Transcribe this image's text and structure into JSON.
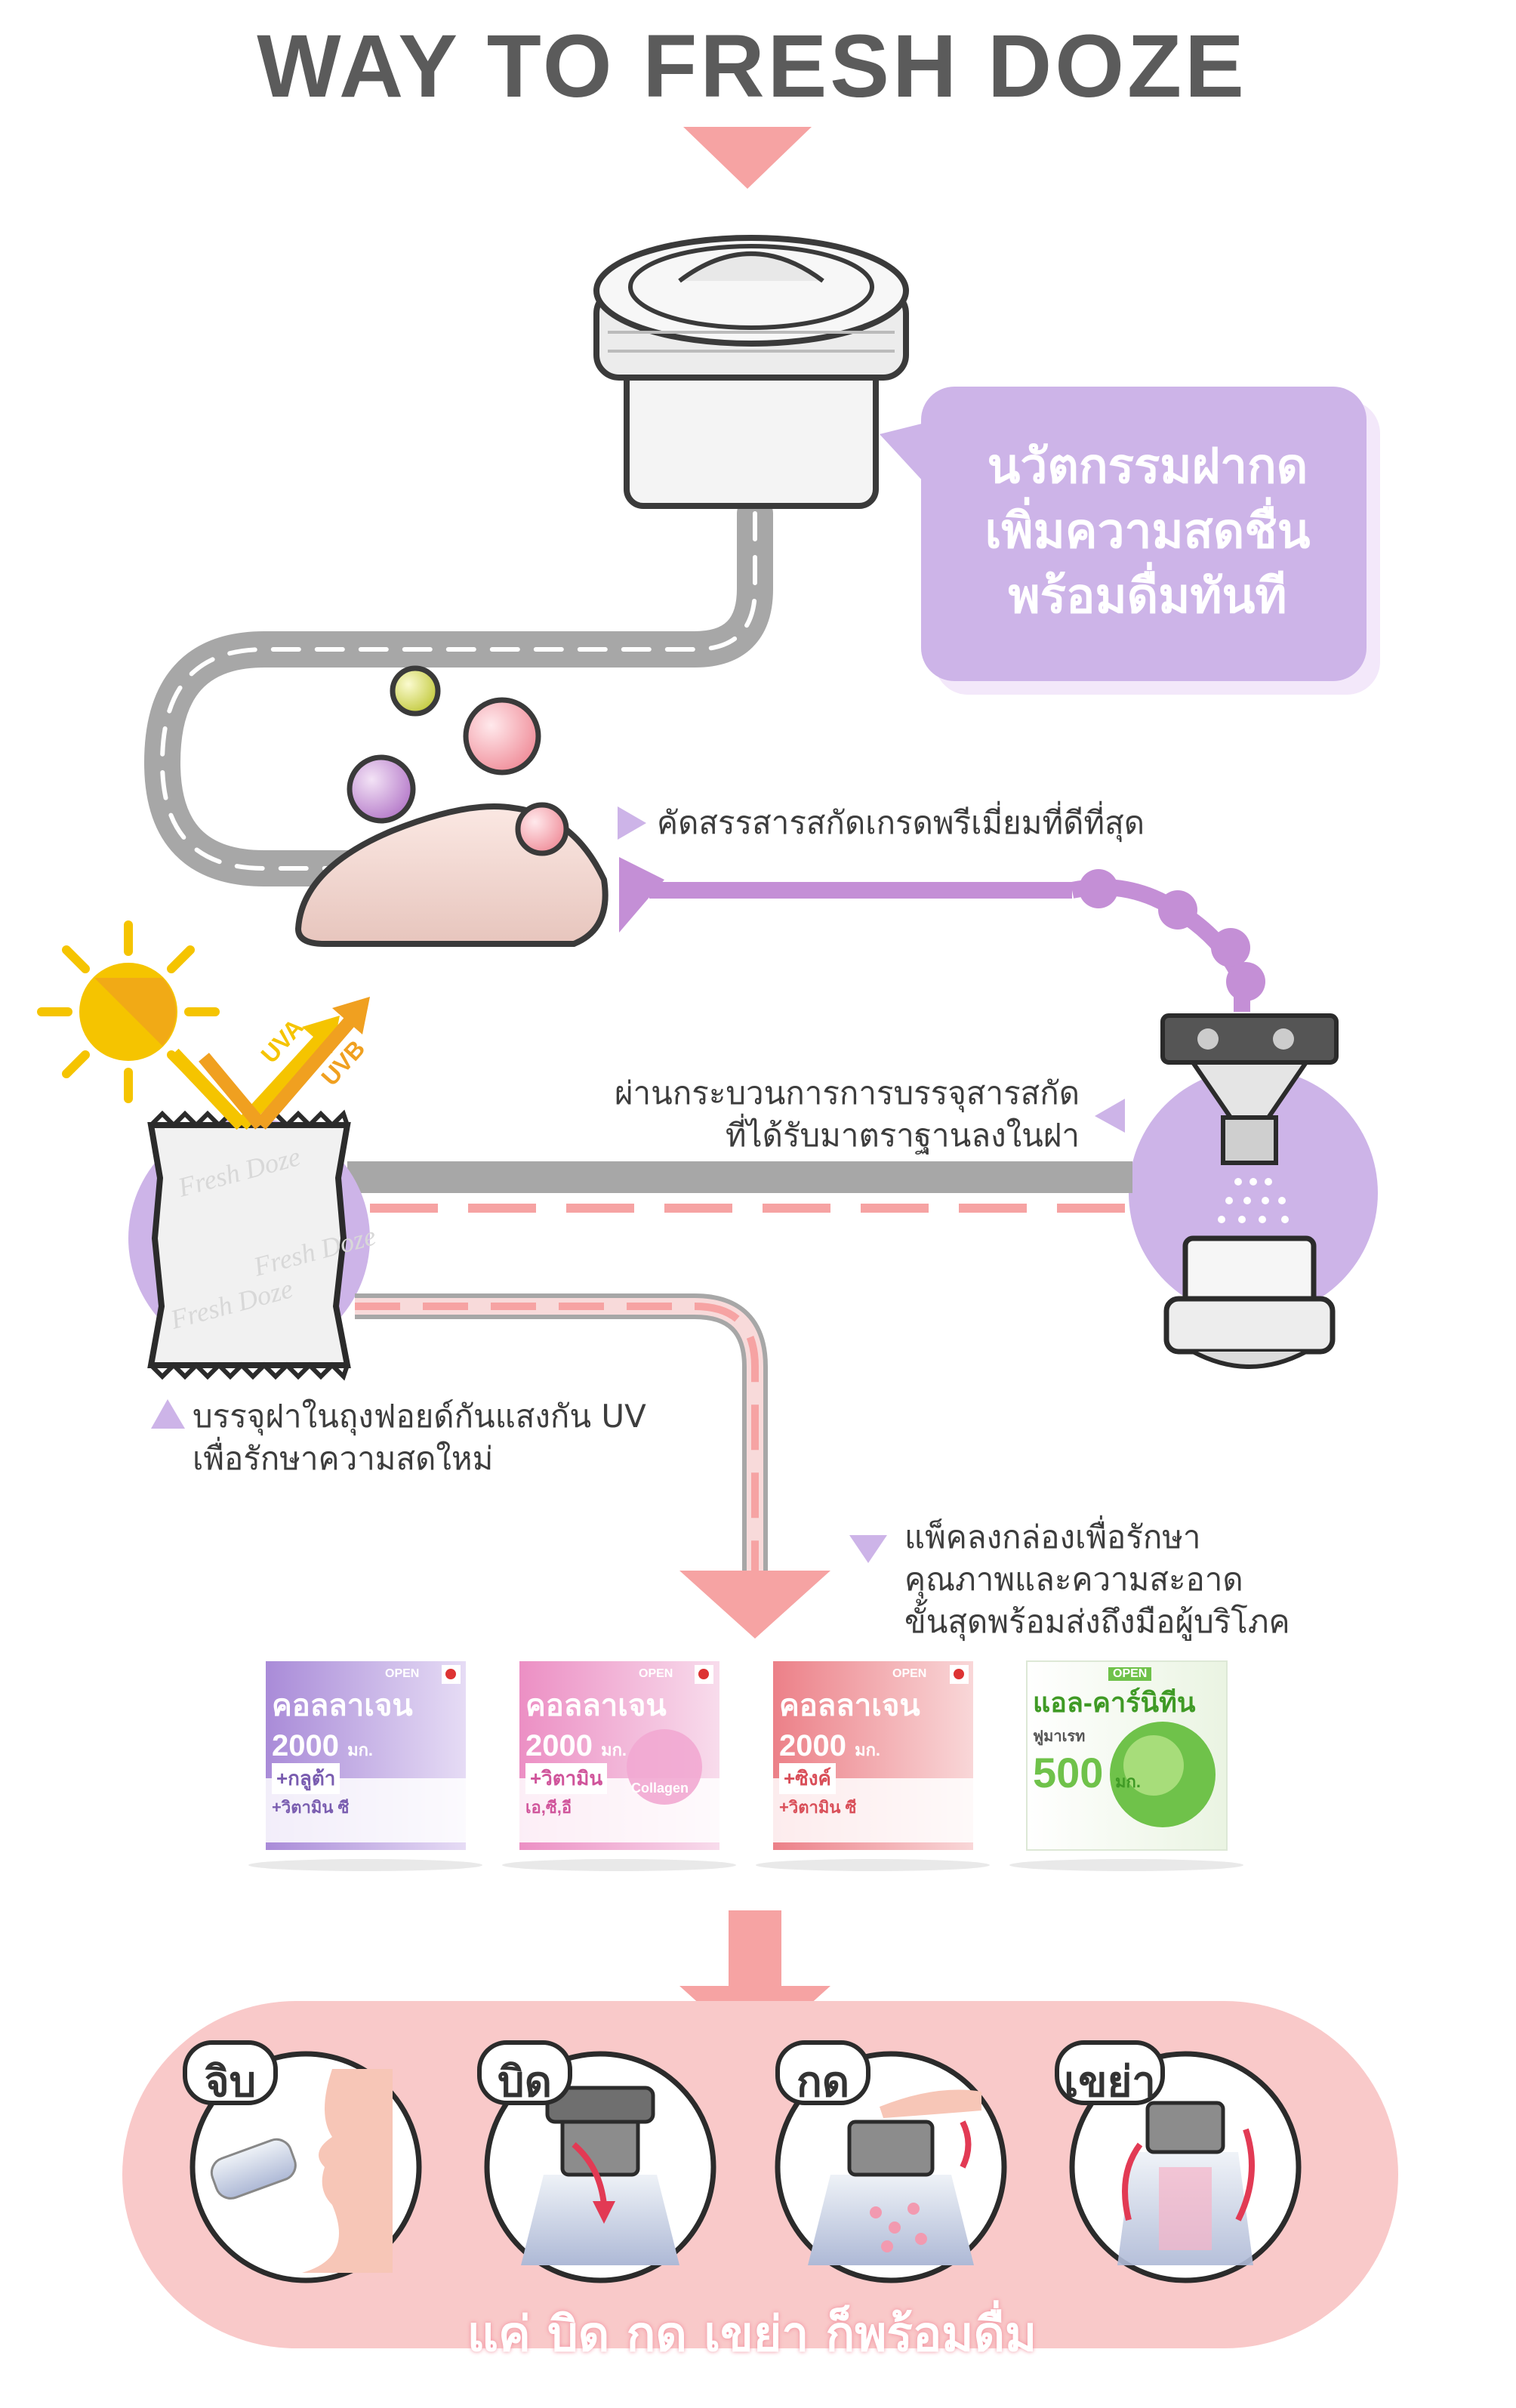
{
  "title": "WAY TO FRESH DOZE",
  "bubble": {
    "line1": "นวัตกรรมฝากด",
    "line2": "เพิ่มความสดชื่น",
    "line3": "พร้อมดื่มทันที"
  },
  "captions": {
    "select": "คัดสรรสารสกัดเกรดพรีเมี่ยมที่ดีที่สุด",
    "fill_line1": "ผ่านกระบวนการการบรรจุสารสกัด",
    "fill_line2": "ที่ได้รับมาตราฐานลงในฝา",
    "foil_line1": "บรรจุฝาในถุงฟอยด์กันแสงกัน UV",
    "foil_line2": "เพื่อรักษาความสดใหม่",
    "pack_line1": "แพ็คลงกล่องเพื่อรักษา",
    "pack_line2": "คุณภาพและความสะอาด",
    "pack_line3": "ขั้นสุดพร้อมส่งถึงมือผู้บริโภค"
  },
  "sun": {
    "uva": "UVA",
    "uvb": "UVB"
  },
  "foil_brand": "Fresh Doze",
  "products": [
    {
      "line1": "คอลลาเจน",
      "amount": "2000",
      "unit": "มก.",
      "plus1": "+กลูต้า",
      "plus2": "+วิตามิน ซี",
      "open": "OPEN"
    },
    {
      "line1": "คอลลาเจน",
      "amount": "2000",
      "unit": "มก.",
      "plus1": "+วิตามิน",
      "plus2": "เอ,ซี,อี",
      "open": "OPEN",
      "badge": "Collagen"
    },
    {
      "line1": "คอลลาเจน",
      "amount": "2000",
      "unit": "มก.",
      "plus1": "+ซิงค์",
      "plus2": "+วิตามิน ซี",
      "open": "OPEN"
    },
    {
      "line1": "แอล-คาร์นิทีน",
      "amount": "500",
      "unit": "มก.",
      "plus1": "ฟูมาเรท",
      "open": "OPEN"
    }
  ],
  "steps": [
    "จิบ",
    "บิด",
    "กด",
    "เขย่า"
  ],
  "footer": "แค่ บิด กด เขย่า ก็พร้อมดื่ม",
  "colors": {
    "title": "#5b5b5b",
    "purple": "#cdb4e8",
    "purple_dark": "#c48fd6",
    "pink": "#f7b6b6",
    "road": "#a7a7a7",
    "box1": "#b596e0",
    "box2": "#ee9ac8",
    "box3": "#ef8e93",
    "box4": "#6fc24a"
  }
}
